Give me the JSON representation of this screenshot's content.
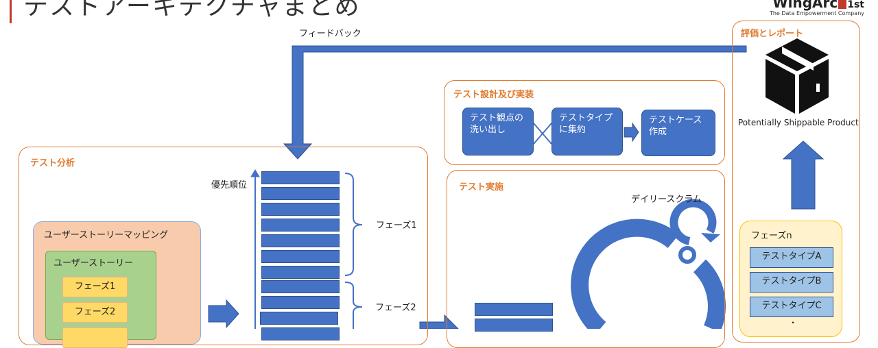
{
  "header": {
    "title": "テストアーキテクチャまとめ",
    "logo_text": "WingArc",
    "logo_suffix": "1st",
    "tagline": "The Data Empowerment Company"
  },
  "feedback_label": "フィードバック",
  "analysis": {
    "title": "テスト分析",
    "priority_label": "優先順位",
    "phase1_label": "フェーズ1",
    "phase2_label": "フェーズ2",
    "mapping": {
      "title": "ユーザーストーリーマッピング",
      "story_title": "ユーザーストーリー",
      "stories": [
        "フェーズ1",
        "フェーズ2"
      ]
    }
  },
  "design": {
    "title": "テスト設計及び実装",
    "box1": "テスト観点の洗い出し",
    "box2": "テストタイプに集約",
    "box3": "テストケース作成"
  },
  "execution": {
    "title": "テスト実施",
    "daily_scrum": "デイリースクラム"
  },
  "evaluation": {
    "title": "評価とレポート",
    "product_label": "Potentially Shippable Product",
    "phase_n": {
      "title": "フェーズn",
      "types": [
        "テストタイプA",
        "テストタイプB",
        "テストタイプC"
      ],
      "ellipsis": "・"
    }
  },
  "colors": {
    "accent": "#e07b30",
    "blue": "#4472c4",
    "blue_border": "#2f528f",
    "light_blue": "#9dc3e6",
    "mapping_bg": "#f8cbad",
    "story_bg": "#a9d18e",
    "yellow": "#ffd966"
  }
}
